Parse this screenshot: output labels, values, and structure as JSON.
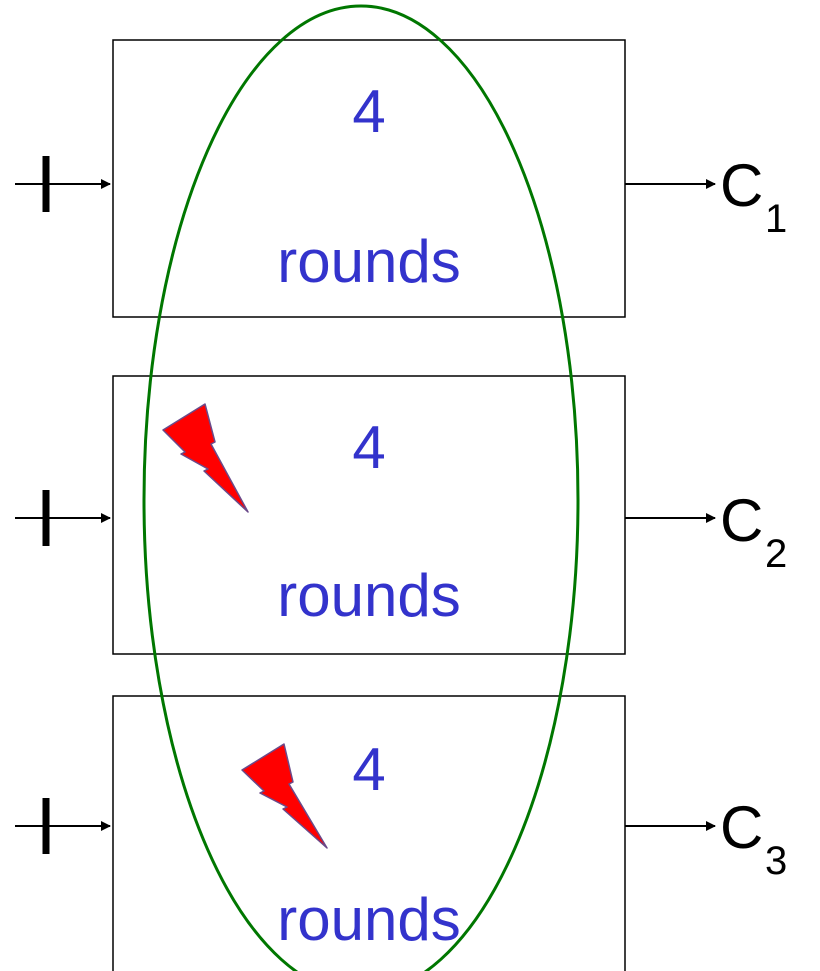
{
  "colors": {
    "round_text": "#3333cc",
    "ellipse": "#007700",
    "lightning_fill": "#ff0000",
    "lightning_stroke": "#6a4a8a",
    "line": "#000000"
  },
  "blocks": [
    {
      "number": "4",
      "label": "rounds",
      "output_main": "C",
      "output_sub": "1",
      "fault": false
    },
    {
      "number": "4",
      "label": "rounds",
      "output_main": "C",
      "output_sub": "2",
      "fault": true
    },
    {
      "number": "4",
      "label": "rounds",
      "output_main": "C",
      "output_sub": "3",
      "fault": true
    }
  ]
}
